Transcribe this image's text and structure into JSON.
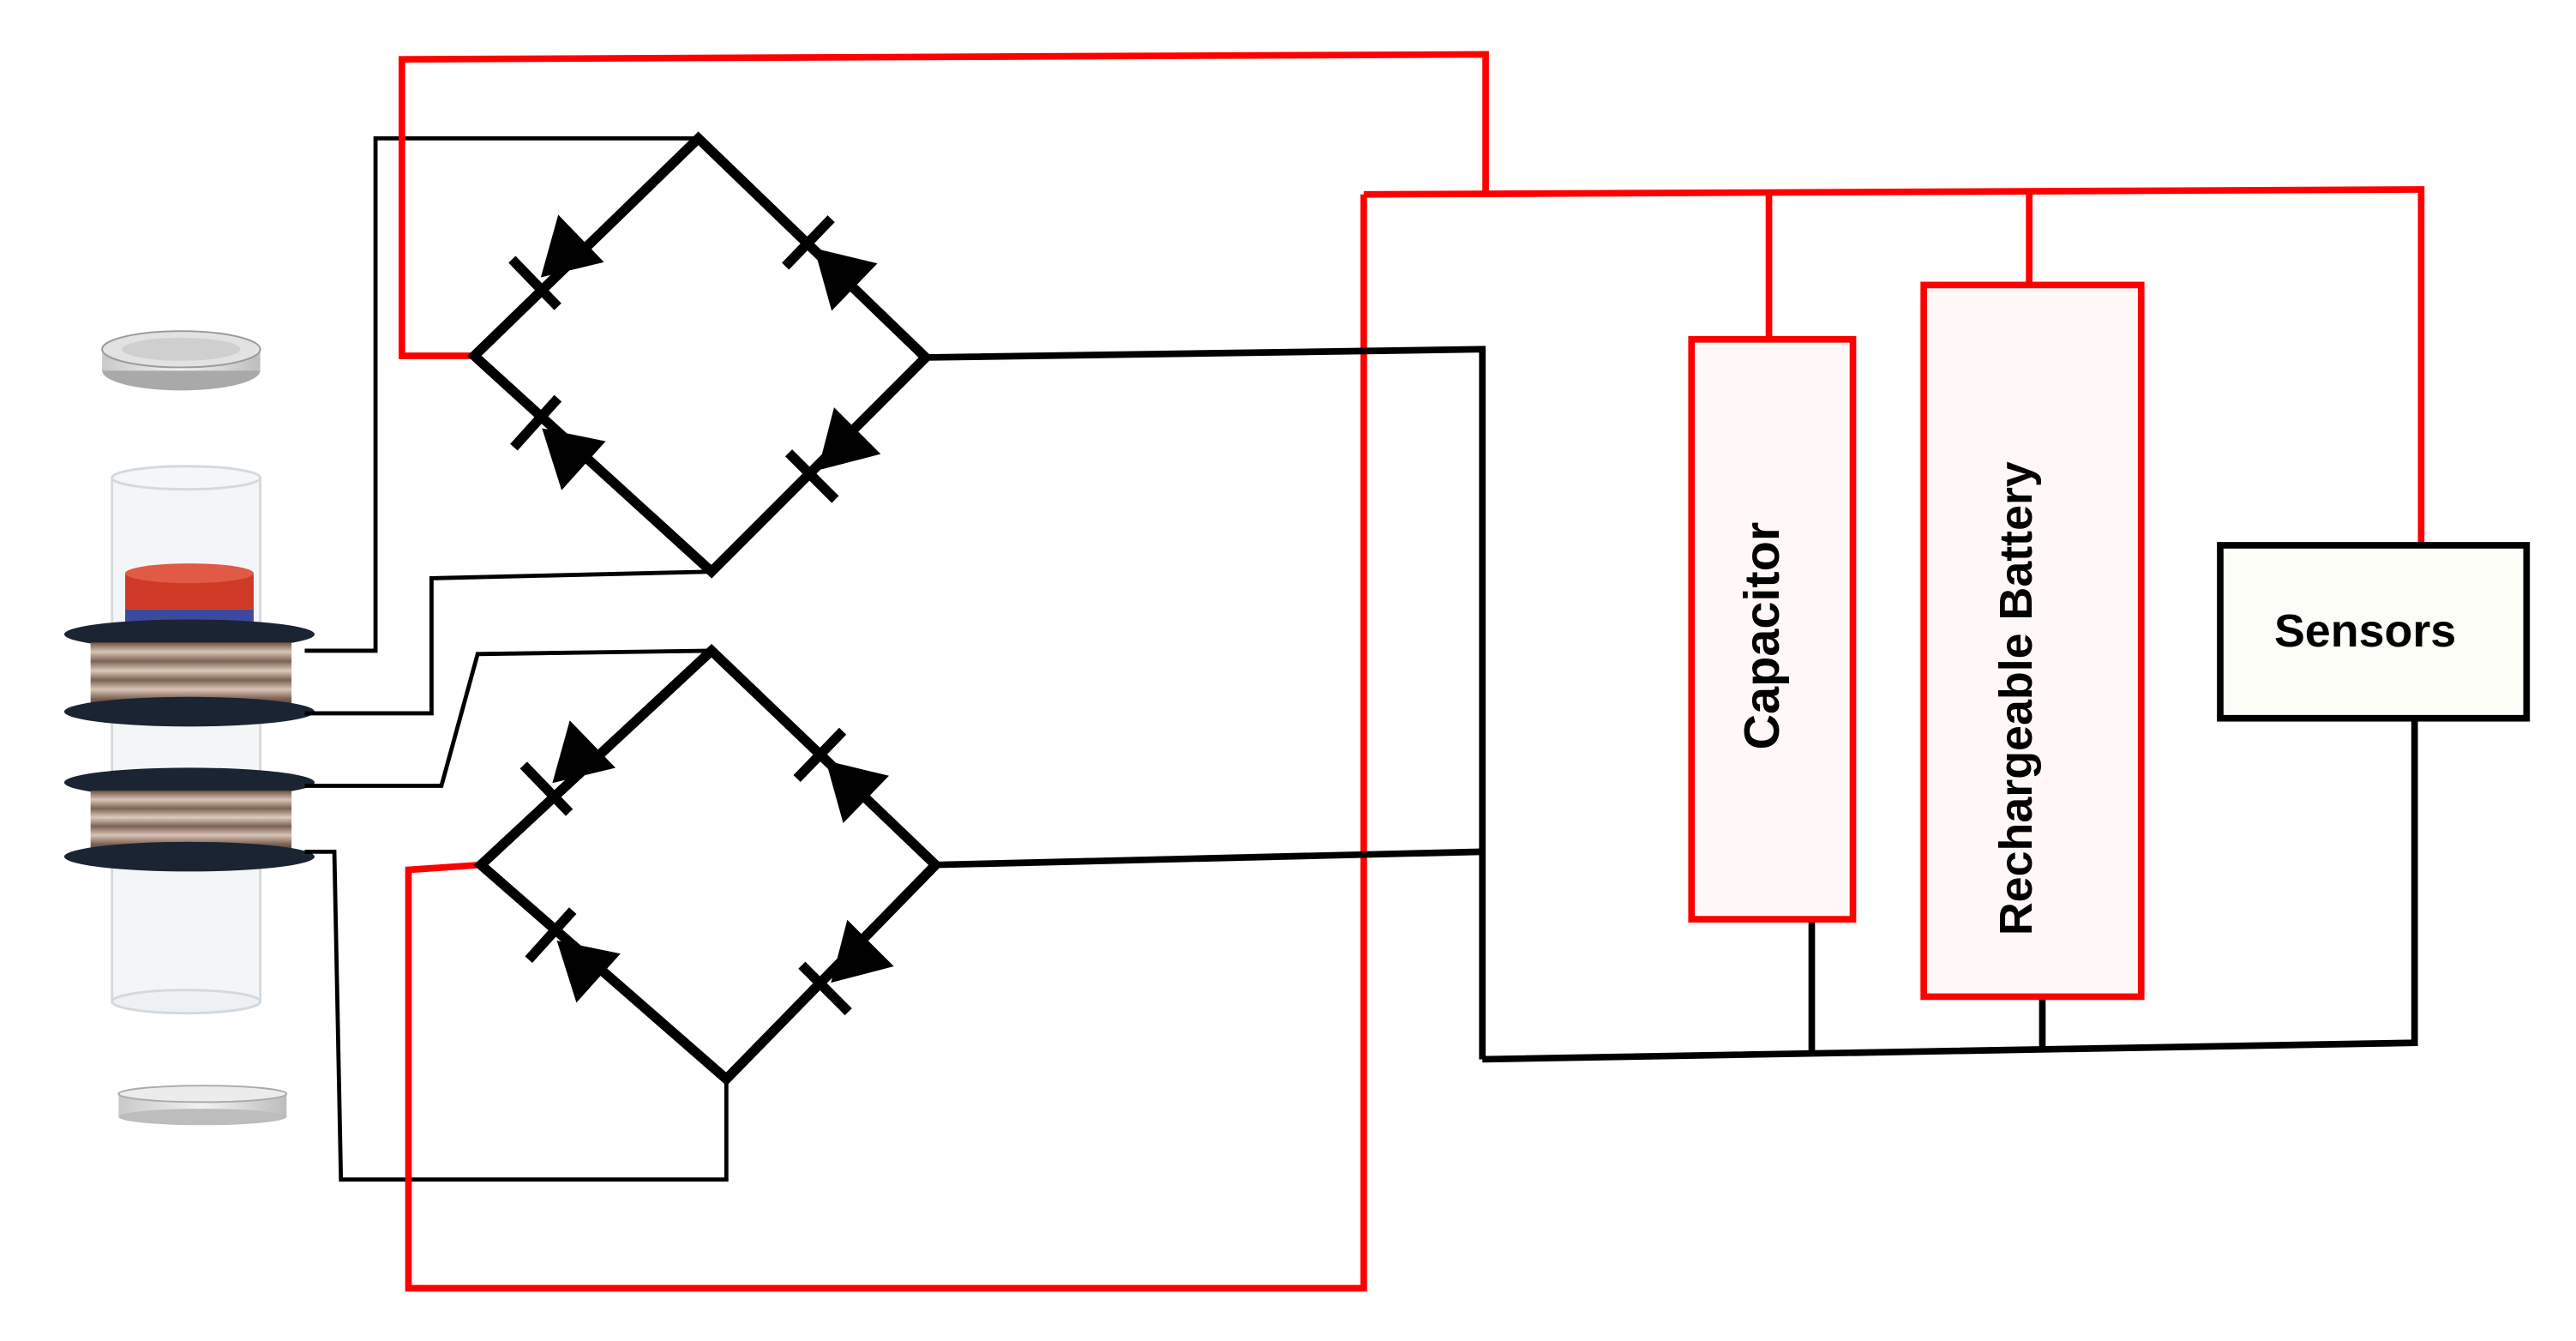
{
  "labels": {
    "capacitor": "Capacitor",
    "battery": "Rechargeable Battery",
    "sensors": "Sensors"
  },
  "colors": {
    "positive_wire": "#ff0000",
    "negative_wire": "#000000",
    "box_fill": "#fff8f7",
    "sensor_fill": "#fdfdf7",
    "magnet_red": "#cf3a26",
    "magnet_blue": "#3b4a9e",
    "coil_copper": "#9a7e6c",
    "flange": "#1b2432",
    "tube": "#e6eaee"
  },
  "icons": [
    "diode-icon",
    "coil-assembly-icon",
    "magnet-icon"
  ]
}
